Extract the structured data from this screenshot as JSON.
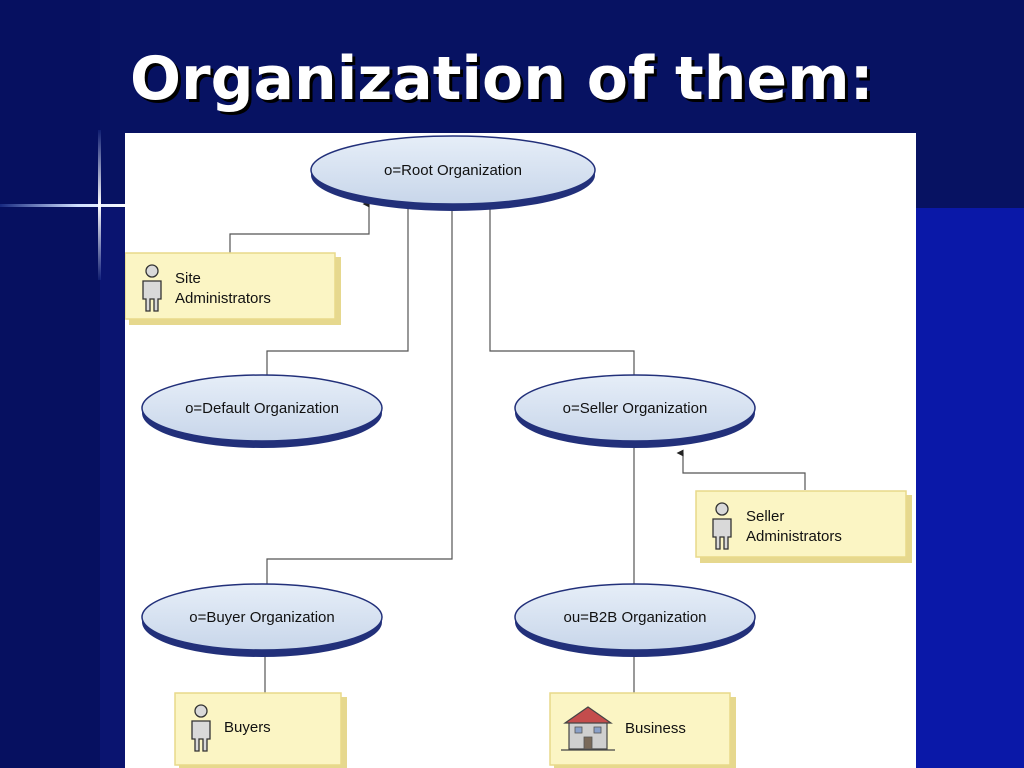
{
  "slide": {
    "title": "Organization of them:"
  },
  "diagram": {
    "organizations": {
      "root": "o=Root Organization",
      "default": "o=Default Organization",
      "seller": "o=Seller Organization",
      "buyer": "o=Buyer Organization",
      "b2b": "ou=B2B Organization"
    },
    "roles": {
      "site_admins": [
        "Site",
        "Administrators"
      ],
      "seller_admins": [
        "Seller",
        "Administrators"
      ],
      "buyers": "Buyers",
      "business": "Business"
    }
  },
  "colors": {
    "background": "#0a1470",
    "ellipse_fill": "#d7e3f2",
    "ellipse_stroke": "#22307a",
    "role_box_fill": "#fbf5c4",
    "role_box_border": "#e8d98a"
  }
}
